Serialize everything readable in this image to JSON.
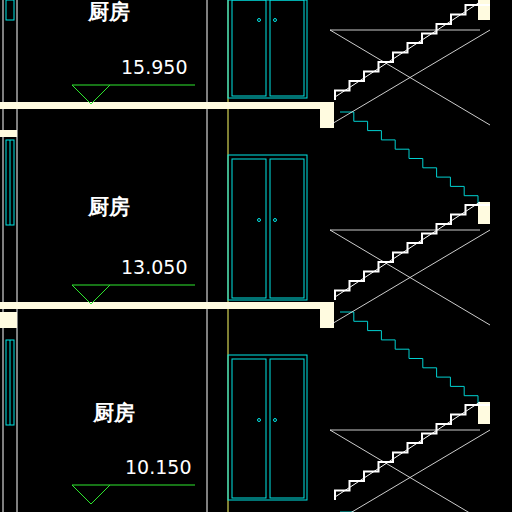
{
  "diagram": {
    "labels": [
      "厨房",
      "15.950",
      "厨房",
      "13.050",
      "厨房",
      "10.150"
    ]
  }
}
